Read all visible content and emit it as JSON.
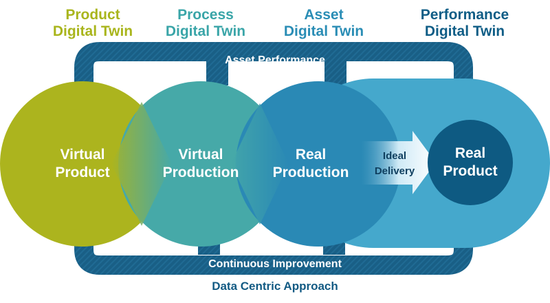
{
  "headers": [
    {
      "line1": "Product",
      "line2": "Digital Twin"
    },
    {
      "line1": "Process",
      "line2": "Digital Twin"
    },
    {
      "line1": "Asset",
      "line2": "Digital Twin"
    },
    {
      "line1": "Performance",
      "line2": "Digital Twin"
    }
  ],
  "stages": [
    {
      "line1": "Virtual",
      "line2": "Product"
    },
    {
      "line1": "Virtual",
      "line2": "Production"
    },
    {
      "line1": "Real",
      "line2": "Production"
    },
    {
      "line1": "Real",
      "line2": "Product"
    }
  ],
  "arrow": {
    "line1": "Ideal",
    "line2": "Delivery"
  },
  "loops": {
    "top": "Asset Performance",
    "bottom": "Continuous Improvement"
  },
  "footer": "Data Centric Approach",
  "colors": {
    "product": "#acb41e",
    "process": "#46a9a8",
    "asset": "#2a89b5",
    "performance": "#45a8cc",
    "loop": "#195f86",
    "dark_circle": "#0e5a82"
  }
}
